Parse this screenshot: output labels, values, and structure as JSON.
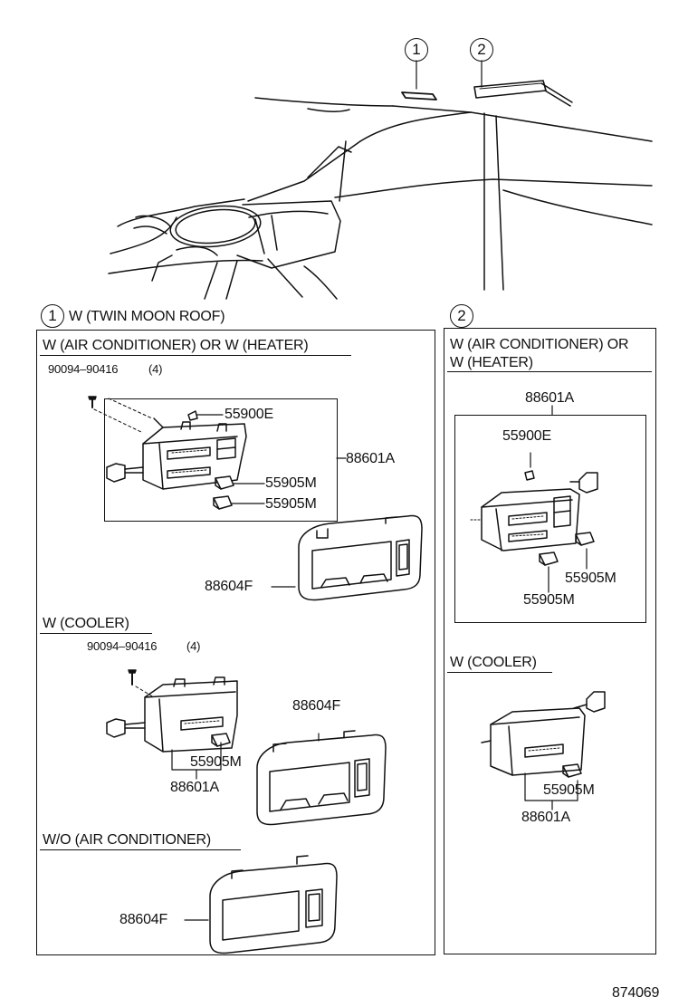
{
  "callouts": {
    "one": "1",
    "two": "2"
  },
  "section1": {
    "title": "W (TWIN MOON ROOF)",
    "group_ac_heater": {
      "header": "W (AIR CONDITIONER) OR W (HEATER)",
      "screw_part": "90094–90416",
      "screw_qty": "(4)",
      "part_55900E": "55900E",
      "part_88601A": "88601A",
      "part_55905M_a": "55905M",
      "part_55905M_b": "55905M",
      "part_88604F": "88604F"
    },
    "group_cooler": {
      "header": "W (COOLER)",
      "screw_part": "90094–90416",
      "screw_qty": "(4)",
      "part_88604F": "88604F",
      "part_55905M": "55905M",
      "part_88601A": "88601A"
    },
    "group_no_ac": {
      "header": "W/O (AIR CONDITIONER)",
      "part_88604F": "88604F"
    }
  },
  "section2": {
    "group_ac_heater": {
      "header_line1": "W (AIR CONDITIONER) OR",
      "header_line2": "W (HEATER)",
      "part_88601A": "88601A",
      "part_55900E": "55900E",
      "part_55905M_a": "55905M",
      "part_55905M_b": "55905M"
    },
    "group_cooler": {
      "header": "W (COOLER)",
      "part_55905M": "55905M",
      "part_88601A": "88601A"
    }
  },
  "figure_number": "874069"
}
